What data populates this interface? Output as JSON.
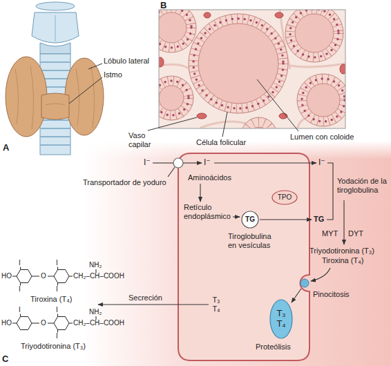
{
  "diagram": {
    "nodes": [
      {
        "text": [
          "TPO"
        ]
      },
      {
        "text": [
          "TG"
        ]
      },
      {
        "text": [
          "T₃ T₄"
        ]
      }
    ],
    "labels": [
      "A",
      "Lóbulo lateral",
      "Istmo",
      "B",
      "Vaso capilar",
      "Célula folicular",
      "Lumen con coloide",
      "C",
      "I⁻",
      "I⁻",
      "I⁻",
      "Transportador de yoduro",
      "Aminoácidos",
      "Retículo endoplásmico",
      "TG",
      "Yodación de la tiroglobulina",
      "MYT",
      "DYT",
      "Tiroglobulina en vesículas",
      "Triyodotironina (T₃)",
      "Tiroxina (T₄)",
      "Pinocitosis",
      "Secreción",
      "T₃ T₄",
      "Proteólisis",
      "HO",
      "O",
      "I",
      "I",
      "I",
      "I",
      "NH₂",
      "CH₂–CH–COOH",
      "Tiroxina (T₄)",
      "HO",
      "O",
      "I",
      "I",
      "I",
      "NH₂",
      "CH₂–CH–COOH",
      "Triyodotironina (T₃)"
    ]
  }
}
